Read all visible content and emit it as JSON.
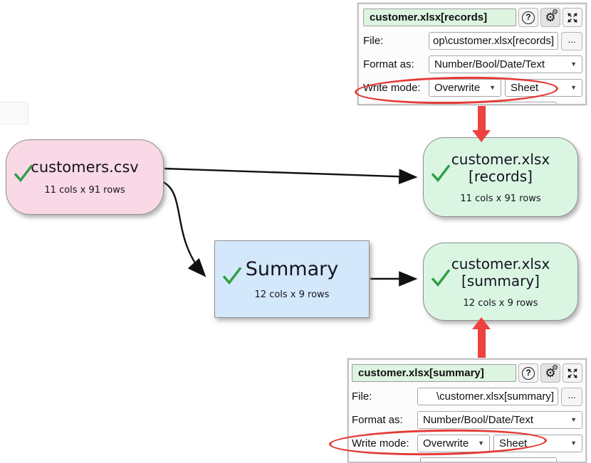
{
  "colors": {
    "node_input_fill": "#f9d9e6",
    "node_output_fill": "#daf6e3",
    "node_transform_fill": "#d4e8fb",
    "check_green": "#2f9e44",
    "annotation_red": "#e53935",
    "connector_black": "#111111",
    "panel_title_bg": "#ddf5e0"
  },
  "icons": {
    "help": "?",
    "gear": "⚙",
    "dropdown": "▼"
  },
  "nodes": {
    "source": {
      "title": "customers.csv",
      "meta": "11 cols x 91 rows"
    },
    "records": {
      "title_line1": "customer.xlsx",
      "title_line2": "[records]",
      "meta": "11 cols x 91 rows"
    },
    "summary_transform": {
      "title": "Summary",
      "meta": "12 cols x 9 rows"
    },
    "summary_output": {
      "title_line1": "customer.xlsx",
      "title_line2": "[summary]",
      "meta": "12 cols x 9 rows"
    }
  },
  "panels": {
    "records": {
      "title": "customer.xlsx[records]",
      "file_label": "File:",
      "file_value": "op\\customer.xlsx[records]",
      "browse_label": "...",
      "format_label": "Format as:",
      "format_value": "Number/Bool/Date/Text",
      "write_mode_label": "Write mode:",
      "write_mode_value": "Overwrite",
      "write_target_value": "Sheet"
    },
    "summary": {
      "title": "customer.xlsx[summary]",
      "file_label": "File:",
      "file_value": "\\customer.xlsx[summary]",
      "browse_label": "...",
      "format_label": "Format as:",
      "format_value": "Number/Bool/Date/Text",
      "write_mode_label": "Write mode:",
      "write_mode_value": "Overwrite",
      "write_target_value": "Sheet"
    }
  }
}
